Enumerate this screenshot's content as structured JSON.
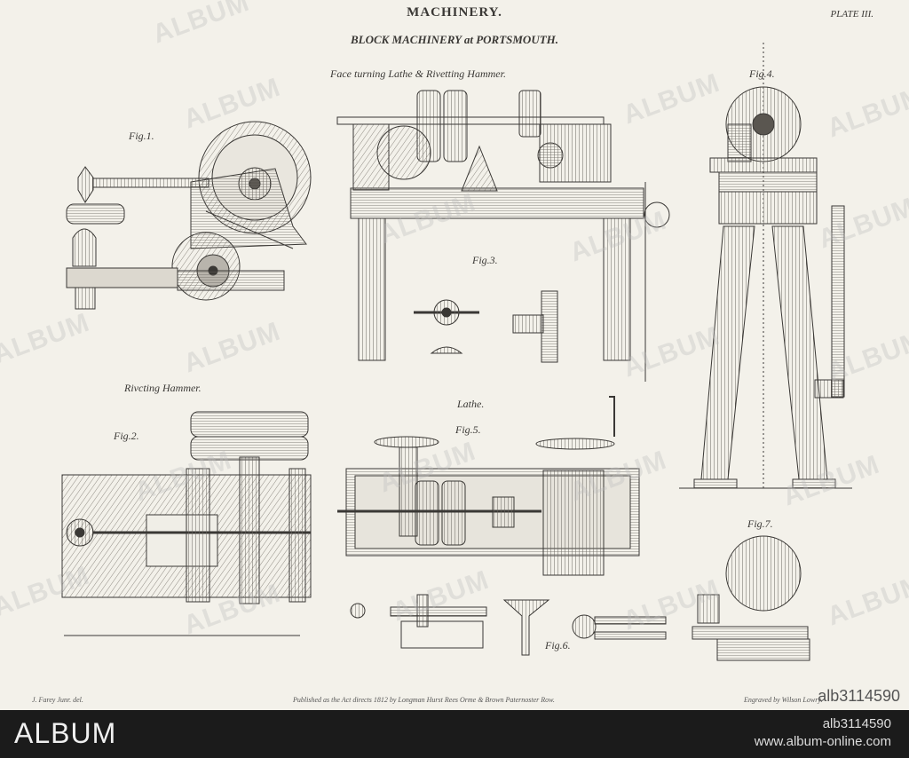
{
  "header": {
    "title": "MACHINERY.",
    "subtitle": "BLOCK MACHINERY at PORTSMOUTH.",
    "plate": "PLATE III."
  },
  "captions": {
    "lathe_hammer": "Face turning Lathe & Rivetting Hammer.",
    "rivetting_hammer": "Rivcting Hammer.",
    "lathe": "Lathe."
  },
  "figures": {
    "fig1": "Fig.1.",
    "fig2": "Fig.2.",
    "fig3": "Fig.3.",
    "fig4": "Fig.4.",
    "fig5": "Fig.5.",
    "fig6": "Fig.6.",
    "fig7": "Fig.7."
  },
  "footer": {
    "draughtsman": "J. Farey Junr. del.",
    "publisher": "Published as the Act directs 1812 by Longman Hurst Rees Orme & Brown Paternoster Row.",
    "engraver": "Engraved by Wilson Lowry."
  },
  "watermark": "ALBUM",
  "stock_id": "alb3114590",
  "bottom_bar": {
    "logo": "ALBUM",
    "id": "alb3114590",
    "site": "www.album-online.com"
  },
  "colors": {
    "paper": "#f3f1ea",
    "ink": "#3a3835",
    "bar": "#1b1b1b"
  }
}
